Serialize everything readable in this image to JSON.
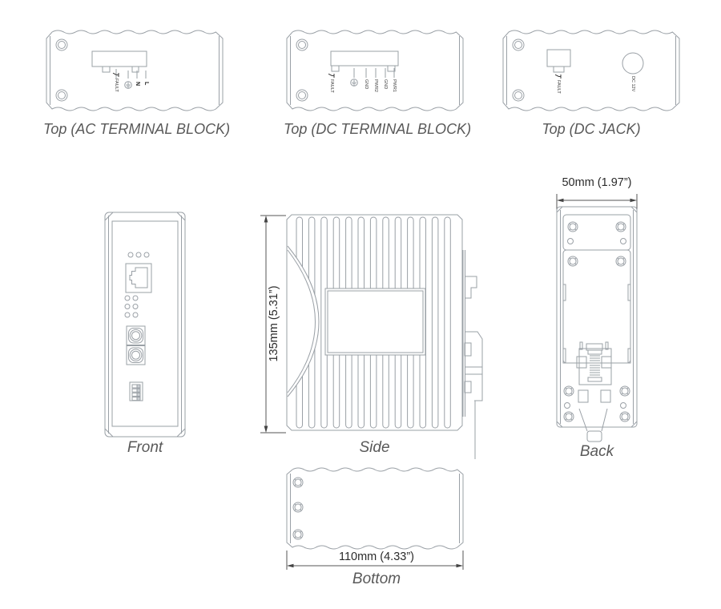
{
  "drawing": {
    "line_color": "#9aa0a6",
    "caption_color": "#595959",
    "dimension_color": "#333333"
  },
  "views": {
    "top_ac": {
      "caption": "Top (AC TERMINAL BLOCK)",
      "terminals": [
        "FAULT",
        "N",
        "L"
      ]
    },
    "top_dc": {
      "caption": "Top (DC TERMINAL BLOCK)",
      "terminals": [
        "FAULT",
        "GND",
        "PWR2",
        "GND",
        "PWR1"
      ]
    },
    "top_jack": {
      "caption": "Top (DC JACK)",
      "fault_label": "FAULT",
      "jack_label": "DC 12V"
    },
    "front": {
      "caption": "Front"
    },
    "side": {
      "caption": "Side",
      "height_dimension": "135mm (5.31”)"
    },
    "back": {
      "caption": "Back",
      "width_dimension": "50mm (1.97”)"
    },
    "bottom": {
      "caption": "Bottom",
      "width_dimension": "110mm (4.33”)"
    }
  }
}
